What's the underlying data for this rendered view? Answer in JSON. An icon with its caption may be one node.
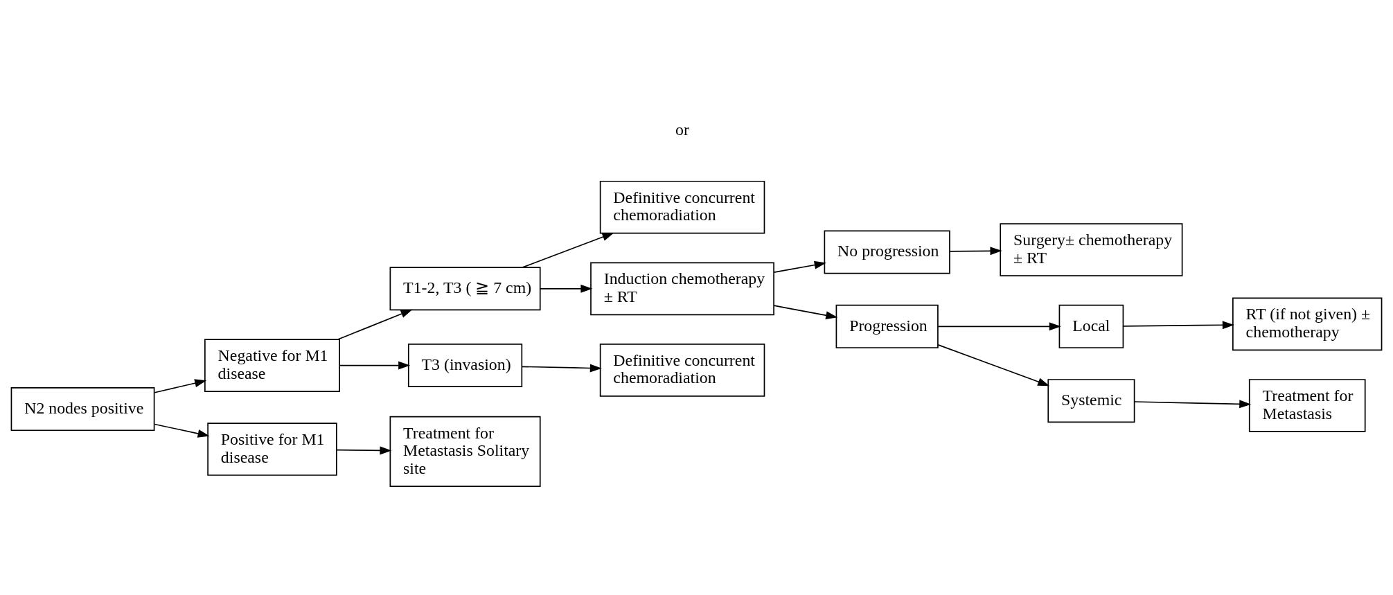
{
  "diagram": {
    "nodes": [
      {
        "text": [
          "N2 nodes positive"
        ]
      },
      {
        "text": [
          "Negative for M1 disease"
        ]
      },
      {
        "text": [
          "Positive for M1 disease"
        ]
      },
      {
        "text": [
          "T1-2, T3 ( ≧ 7 cm)"
        ]
      },
      {
        "text": [
          "T3 (invasion)"
        ]
      },
      {
        "text": [
          "Definitive concurrent chemoradiation"
        ]
      },
      {
        "text": [
          "Induction chemotherapy ± RT"
        ]
      },
      {
        "text": [
          "Definitive concurrent chemoradiation"
        ]
      },
      {
        "text": [
          "No progression"
        ]
      },
      {
        "text": [
          "Progression"
        ]
      },
      {
        "text": [
          "Surgery± chemotherapy ± RT"
        ]
      },
      {
        "text": [
          "Local"
        ]
      },
      {
        "text": [
          "Systemic"
        ]
      },
      {
        "text": [
          "RT (if not given) ± chemotherapy"
        ]
      },
      {
        "text": [
          "Treatment for Metastasis"
        ]
      },
      {
        "text": [
          "Treatment for Metastasis Solitary site"
        ]
      }
    ],
    "edges": [
      {
        "from": 0,
        "to": 1,
        "arrow": "to"
      },
      {
        "from": 0,
        "to": 2,
        "arrow": "to"
      },
      {
        "from": 1,
        "to": 3,
        "arrow": "to"
      },
      {
        "from": 1,
        "to": 4,
        "arrow": "to"
      },
      {
        "from": 3,
        "to": 5,
        "arrow": "to"
      },
      {
        "from": 3,
        "to": 6,
        "arrow": "to"
      },
      {
        "from": 4,
        "to": 7,
        "arrow": "to"
      },
      {
        "from": 2,
        "to": 15,
        "arrow": "to"
      },
      {
        "from": 6,
        "to": 8,
        "arrow": "to"
      },
      {
        "from": 6,
        "to": 9,
        "arrow": "to"
      },
      {
        "from": 8,
        "to": 10,
        "arrow": "to"
      },
      {
        "from": 9,
        "to": 11,
        "arrow": "to"
      },
      {
        "from": 9,
        "to": 12,
        "arrow": "to"
      },
      {
        "from": 11,
        "to": 13,
        "arrow": "to"
      },
      {
        "from": 12,
        "to": 14,
        "arrow": "to"
      }
    ],
    "labels": [
      "or"
    ]
  }
}
